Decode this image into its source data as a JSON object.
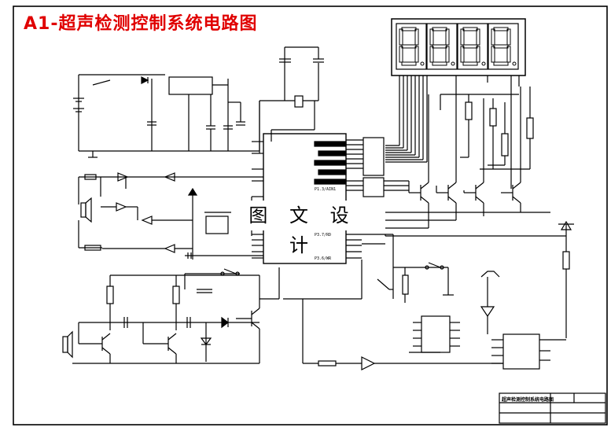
{
  "title": "A1-超声检测控制系统电路图",
  "watermark": "图 文 设 计",
  "display": {
    "digits": [
      "8.",
      "8.",
      "8.",
      "8."
    ]
  },
  "mcu_pins": [
    "P1.3/AIN1",
    "P3.7/RD",
    "P3.6/WR"
  ],
  "title_block": {
    "drawing_name": "超声检测控制系统电路图"
  },
  "colors": {
    "title": "#e00000",
    "line": "#000000",
    "segment": "#000000"
  }
}
